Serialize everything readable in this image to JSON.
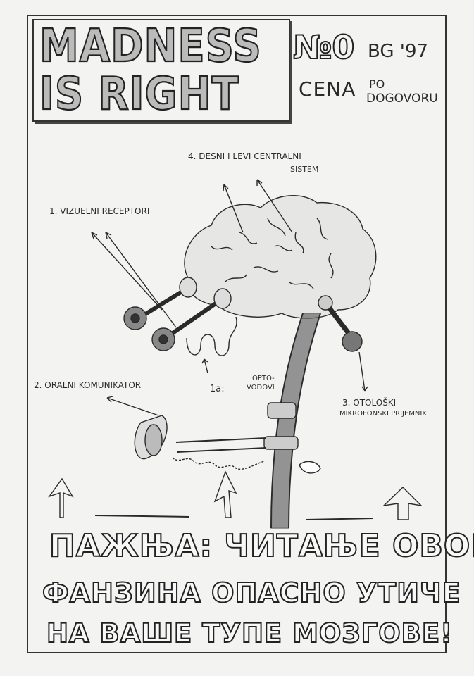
{
  "masthead": {
    "title_line1": "MADNESS",
    "title_line2": "IS RIGHT",
    "issue": "№0",
    "place_year": "BG '97",
    "price_line1": "CENA",
    "price_line2": "PO",
    "price_line3": "DOGOVORU"
  },
  "labels": {
    "central_system_line1": "4. DESNI I LEVI CENTRALNI",
    "central_system_line2": "SISTEM",
    "visual_receptors": "1. VIZUELNI RECEPTORI",
    "oral_communicator": "2. ORALNI KOMUNIKATOR",
    "opto_number": "1a:",
    "opto_line1": "OPTO-",
    "opto_line2": "VODOVI",
    "otological_line1": "3. OTOLOŠKI",
    "otological_line2": "MIKROFONSKI PRIJEMNIK"
  },
  "warning": {
    "line1": "ПАЖЊА: ЧИТАЊЕ ОВОГ",
    "line2": "ФАНЗИНА ОПАСНО УТИЧЕ",
    "line3": "НА ВАШЕ ТУПЕ МОЗГОВЕ!"
  }
}
